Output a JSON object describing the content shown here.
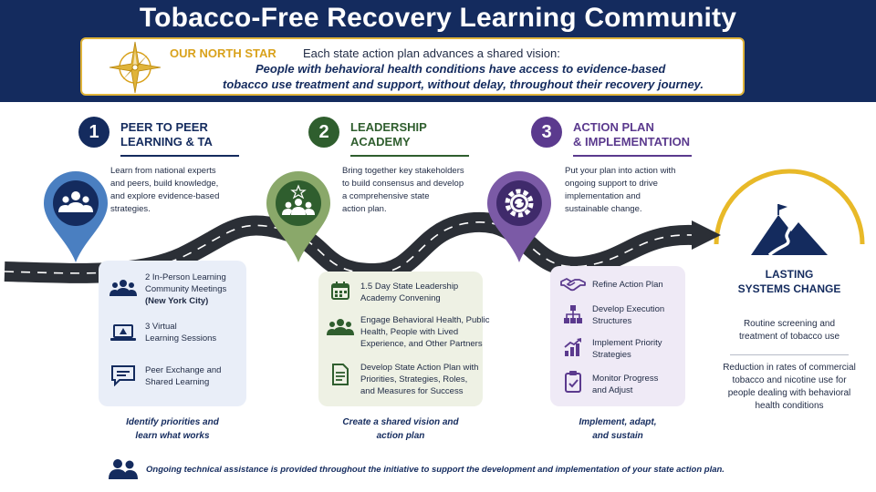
{
  "title": "Tobacco-Free Recovery Learning Community",
  "north_star": {
    "label": "OUR NORTH STAR",
    "intro": "Each state action plan advances a shared vision:",
    "vision_line1": "People with behavioral health conditions have access to evidence-based",
    "vision_line2": "tobacco use treatment and support, without delay, throughout their recovery journey."
  },
  "steps": [
    {
      "number": "1",
      "title_line1": "PEER TO PEER",
      "title_line2": "LEARNING & TA",
      "color": "#142b5e",
      "desc": [
        "Learn from national experts",
        "and peers, build knowledge,",
        "and explore evidence-based",
        "strategies."
      ],
      "items": [
        {
          "icon": "group-icon",
          "lines": [
            "2 In-Person Learning",
            "Community Meetings",
            "(New York City)"
          ]
        },
        {
          "icon": "laptop-icon",
          "lines": [
            "3 Virtual",
            "Learning Sessions"
          ]
        },
        {
          "icon": "chat-icon",
          "lines": [
            "Peer Exchange and",
            "Shared Learning"
          ]
        }
      ],
      "caption": [
        "Identify priorities and",
        "learn what works"
      ]
    },
    {
      "number": "2",
      "title_line1": "LEADERSHIP",
      "title_line2": "ACADEMY",
      "color": "#2f5e2e",
      "desc": [
        "Bring together key stakeholders",
        "to build consensus and develop",
        "a comprehensive state",
        "action plan."
      ],
      "items": [
        {
          "icon": "calendar-icon",
          "lines": [
            "1.5 Day State Leadership",
            "Academy Convening"
          ]
        },
        {
          "icon": "people-icon",
          "lines": [
            "Engage Behavioral Health, Public",
            "Health, People with Lived",
            "Experience, and Other Partners"
          ]
        },
        {
          "icon": "document-icon",
          "lines": [
            "Develop State Action Plan with",
            "Priorities, Strategies, Roles,",
            "and Measures for Success"
          ]
        }
      ],
      "caption": [
        "Create a shared vision and",
        "action plan"
      ]
    },
    {
      "number": "3",
      "title_line1": "ACTION PLAN",
      "title_line2": "& IMPLEMENTATION",
      "color": "#5b3a8e",
      "desc": [
        "Put your plan into action with",
        "ongoing support to drive",
        "implementation and",
        "sustainable change."
      ],
      "items": [
        {
          "icon": "handshake-icon",
          "lines": [
            "Refine Action Plan"
          ]
        },
        {
          "icon": "org-chart-icon",
          "lines": [
            "Develop Execution",
            "Structures"
          ]
        },
        {
          "icon": "growth-chart-icon",
          "lines": [
            "Implement Priority",
            "Strategies"
          ]
        },
        {
          "icon": "clipboard-icon",
          "lines": [
            "Monitor Progress",
            "and Adjust"
          ]
        }
      ],
      "caption": [
        "Implement, adapt,",
        "and sustain"
      ]
    }
  ],
  "lasting": {
    "title_line1": "LASTING",
    "title_line2": "SYSTEMS CHANGE",
    "text1": [
      "Routine screening and",
      "treatment of tobacco use"
    ],
    "text2": [
      "Reduction in rates of commercial",
      "tobacco and nicotine use for",
      "people dealing with behavioral",
      "health conditions"
    ]
  },
  "footer": "Ongoing technical assistance is provided throughout the initiative to support the development and implementation of your state action plan.",
  "colors": {
    "navy": "#142b5e",
    "gold": "#e0b43a",
    "pin_blue": "#4a7fc1",
    "pin_green": "#8aa86a",
    "pin_purple": "#7b5aa6",
    "road": "#2b2f36"
  }
}
